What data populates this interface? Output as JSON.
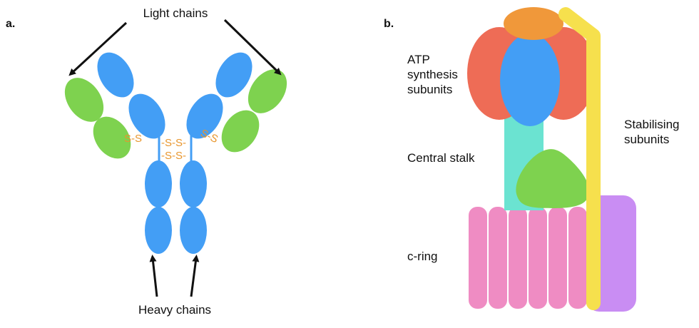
{
  "colors": {
    "blue": "#439ef5",
    "green": "#7ed24f",
    "orange_text": "#e8962e",
    "red": "#ee6c56",
    "orange": "#f0983a",
    "teal": "#6be3d1",
    "yellow": "#f6e04d",
    "pink": "#ef8cc3",
    "purple": "#c98df3"
  },
  "panel_a": {
    "label": "a.",
    "light_chains_label": "Light chains",
    "heavy_chains_label": "Heavy chains",
    "disulfide_left": "S-S",
    "disulfide_right": "S-S",
    "disulfide_center_top": "-S-S-",
    "disulfide_center_bottom": "-S-S-"
  },
  "panel_b": {
    "label": "b.",
    "atp_label": [
      "ATP",
      "synthesis",
      "subunits"
    ],
    "central_stalk_label": "Central stalk",
    "c_ring_label": "c-ring",
    "stabilising_label": [
      "Stabilising",
      "subunits"
    ]
  }
}
